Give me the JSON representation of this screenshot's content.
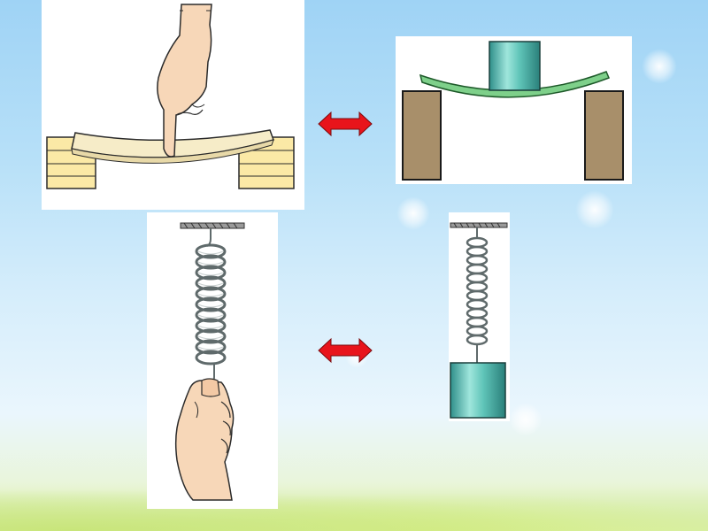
{
  "slide": {
    "colors": {
      "arrow": "#e8141b",
      "spring": "#5f6a6b",
      "weight": "#5fc4b8",
      "board": "#f6ecc8",
      "plank": "#7ed08a",
      "support": "#a88f6a",
      "skin": "#f7d7b8"
    },
    "panels": [
      {
        "id": "finger-bending-board",
        "icon": "hand-pressing-board"
      },
      {
        "id": "weight-on-plank",
        "icon": "weight-on-beam"
      },
      {
        "id": "hand-stretching-spring",
        "icon": "hand-pulling-spring"
      },
      {
        "id": "weight-stretching-spring",
        "icon": "weight-on-spring"
      }
    ],
    "arrows": [
      {
        "id": "arrow-top",
        "icon": "double-headed-arrow"
      },
      {
        "id": "arrow-bottom",
        "icon": "double-headed-arrow"
      }
    ]
  }
}
